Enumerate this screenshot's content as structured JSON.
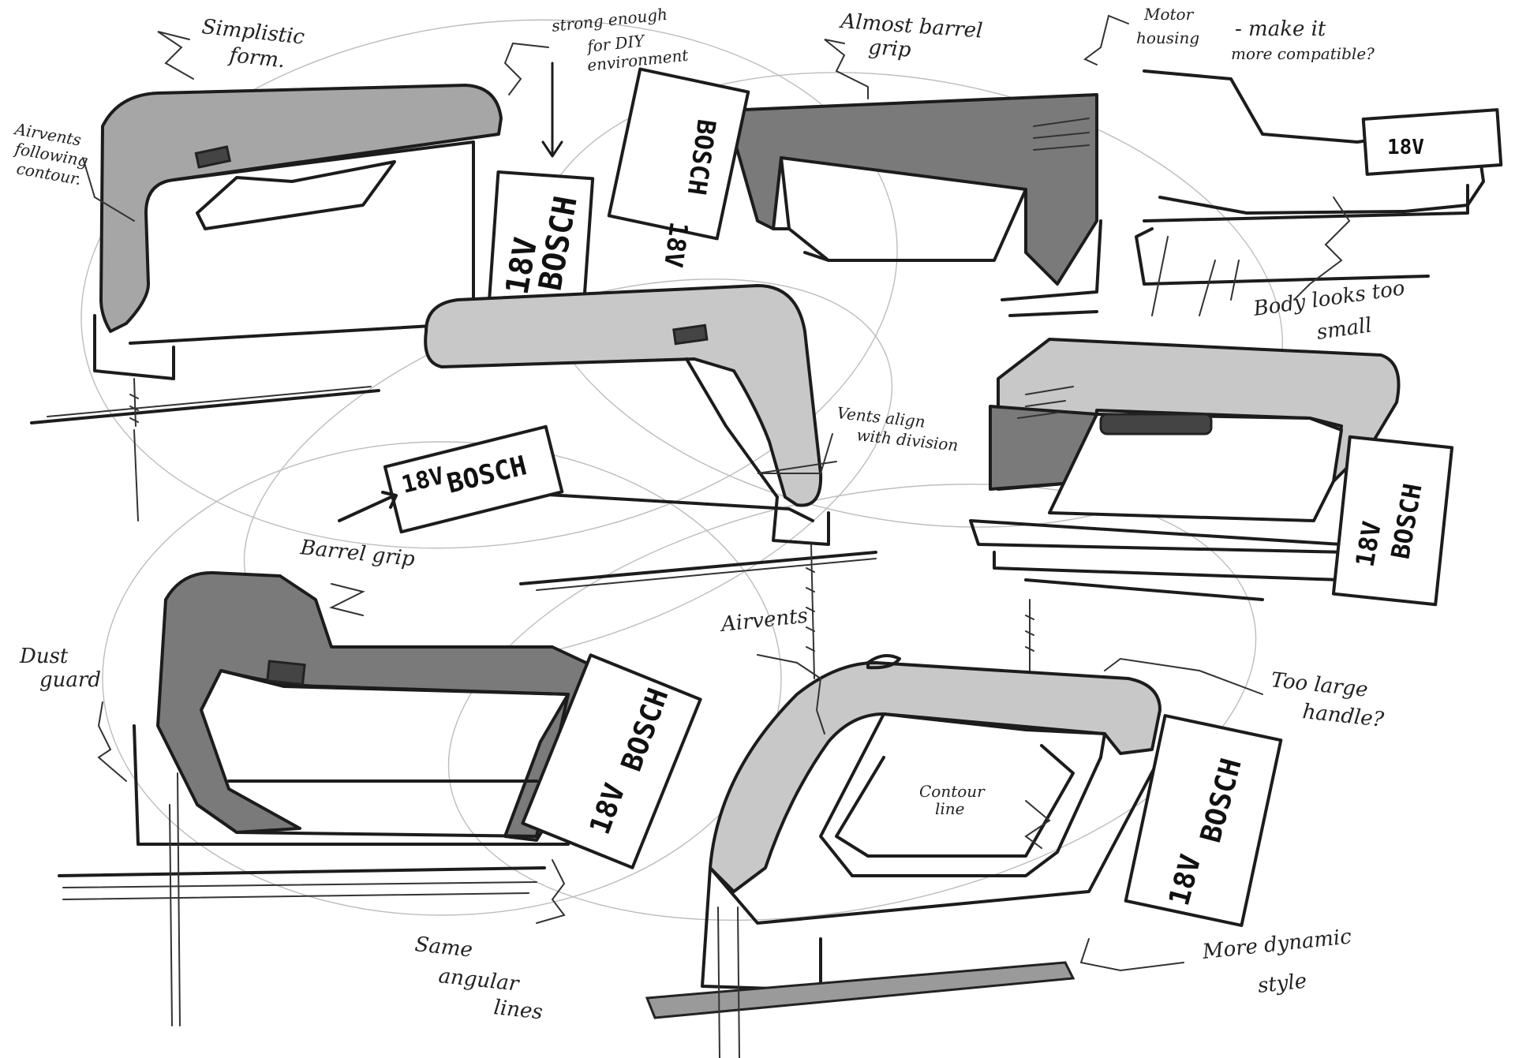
{
  "annotations": {
    "simplistic_form": [
      "Simplistic",
      "form."
    ],
    "strong_enough": [
      "strong enough",
      "for DIY",
      "environment"
    ],
    "almost_barrel": [
      "Almost barrel",
      "grip"
    ],
    "motor_housing": [
      "Motor",
      "housing"
    ],
    "make_compatible": [
      "- make it",
      "more compatible?"
    ],
    "airvents_contour": [
      "Airvents",
      "following",
      "contour."
    ],
    "body_small": [
      "Body looks too",
      "small"
    ],
    "vents_align": [
      "Vents align",
      "with division"
    ],
    "barrel_grip": "Barrel grip",
    "dust_guard": [
      "Dust",
      "guard"
    ],
    "airvents": "Airvents",
    "too_large": [
      "Too large",
      "handle?"
    ],
    "contour_line": [
      "Contour",
      "line"
    ],
    "same_angular": [
      "Same",
      "angular",
      "lines"
    ],
    "more_dynamic": [
      "More dynamic",
      "style"
    ]
  },
  "battery": {
    "voltage": "18V",
    "brand": "BOSCH"
  },
  "colors": {
    "dark_grey": "#7a7a7a",
    "mid_grey": "#a6a6a6",
    "light_grey": "#c8c8c8",
    "ink": "#1c1c1c"
  }
}
